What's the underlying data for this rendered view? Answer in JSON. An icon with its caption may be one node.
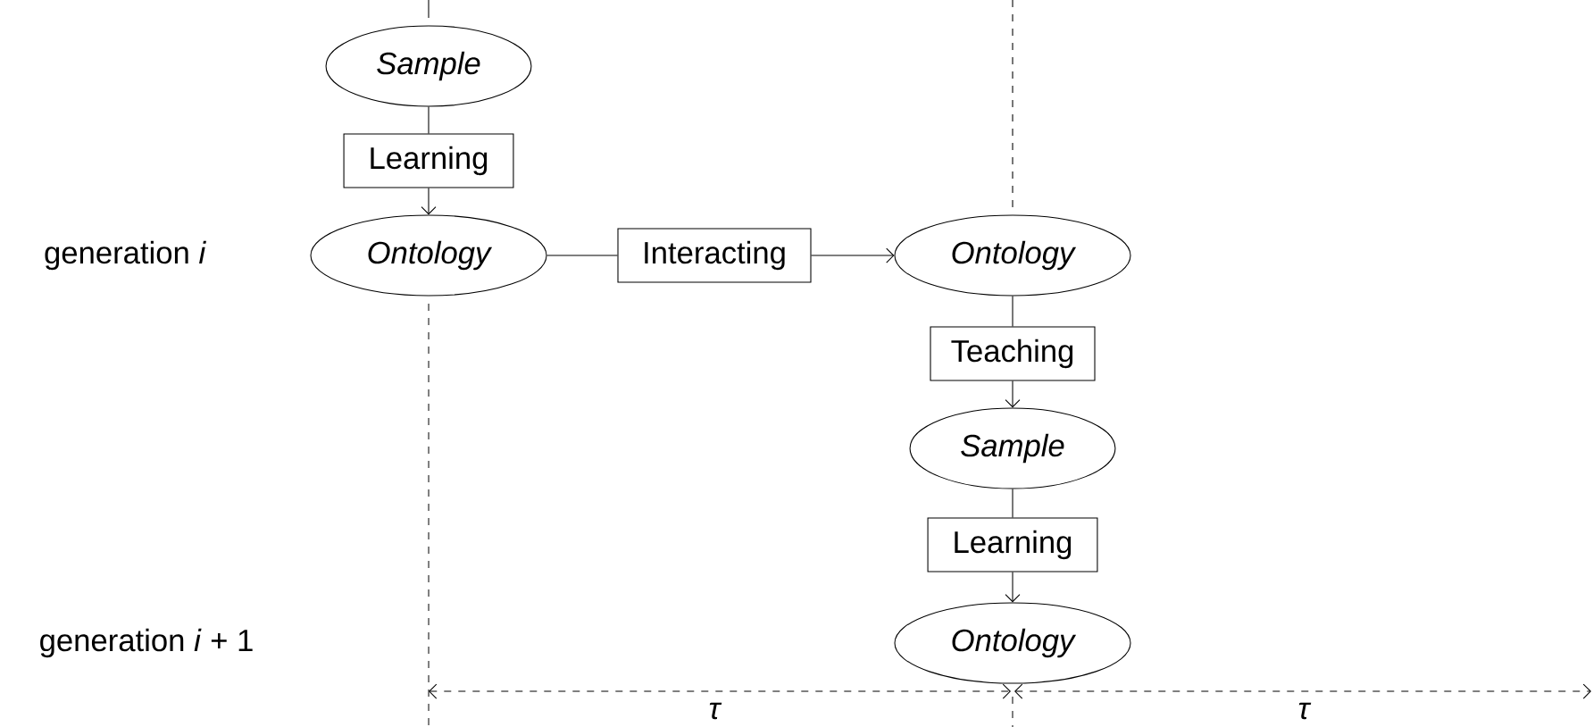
{
  "diagram": {
    "nodes": [
      {
        "text": [
          "Sample"
        ]
      },
      {
        "text": [
          "Learning"
        ]
      },
      {
        "text": [
          "Ontology"
        ]
      },
      {
        "text": [
          "Interacting"
        ]
      },
      {
        "text": [
          "Ontology"
        ]
      },
      {
        "text": [
          "Teaching"
        ]
      },
      {
        "text": [
          "Sample"
        ]
      },
      {
        "text": [
          "Learning"
        ]
      },
      {
        "text": [
          "Ontology"
        ]
      }
    ],
    "edges": [
      {
        "from": 0,
        "to": 1,
        "arrow": "none"
      },
      {
        "from": 1,
        "to": 2,
        "arrow": "to"
      },
      {
        "from": 2,
        "to": 3,
        "arrow": "none"
      },
      {
        "from": 3,
        "to": 4,
        "arrow": "to"
      },
      {
        "from": 4,
        "to": 5,
        "arrow": "none"
      },
      {
        "from": 5,
        "to": 6,
        "arrow": "to"
      },
      {
        "from": 6,
        "to": 7,
        "arrow": "none"
      },
      {
        "from": 7,
        "to": 8,
        "arrow": "to"
      }
    ],
    "labels": [
      "generation *i*",
      "generation *i* + 1",
      "τ",
      "τ"
    ]
  }
}
